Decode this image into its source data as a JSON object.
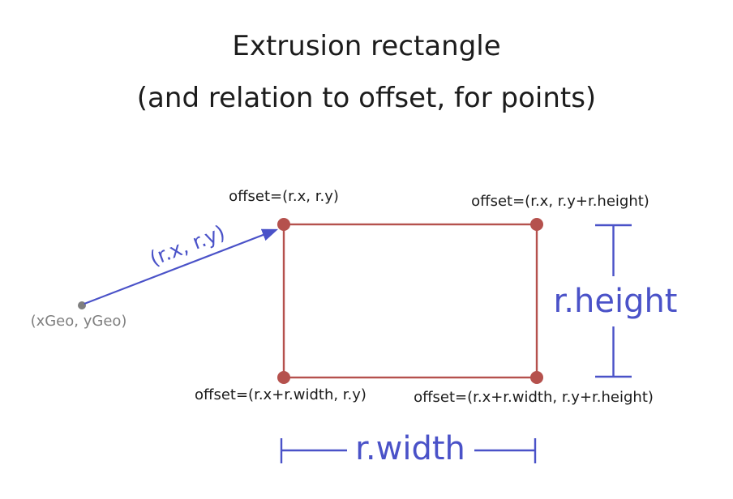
{
  "title": {
    "line1": "Extrusion rectangle",
    "line2": "(and relation to offset, for points)"
  },
  "corner_labels": {
    "top_left": "offset=(r.x, r.y)",
    "top_right": "offset=(r.x, r.y+r.height)",
    "bottom_left": "offset=(r.x+r.width, r.y)",
    "bottom_right": "offset=(r.x+r.width, r.y+r.height)"
  },
  "annotations": {
    "offset_vector": "(r.x, r.y)",
    "geo_origin": "(xGeo, yGeo)",
    "height_dimension": "r.height",
    "width_dimension": "r.width"
  },
  "colors": {
    "red": "#b5514d",
    "blue": "#4a52c8",
    "gray": "#7f7f7f",
    "text": "#1c1c1c"
  }
}
